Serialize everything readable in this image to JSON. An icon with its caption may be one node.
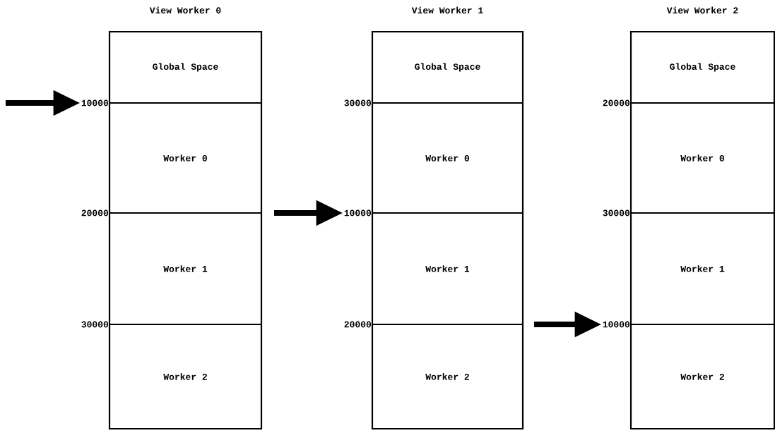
{
  "diagram": {
    "nodes": [
      {
        "text": [
          "View Worker 0"
        ]
      },
      {
        "text": [
          "Global Space"
        ],
        "in": 0
      },
      {
        "text": [
          "Worker 0"
        ],
        "in": 0
      },
      {
        "text": [
          "Worker 1"
        ],
        "in": 0
      },
      {
        "text": [
          "Worker 2"
        ],
        "in": 0
      },
      {
        "text": [
          "View Worker 1"
        ]
      },
      {
        "text": [
          "Global Space"
        ],
        "in": 5
      },
      {
        "text": [
          "Worker 0"
        ],
        "in": 5
      },
      {
        "text": [
          "Worker 1"
        ],
        "in": 5
      },
      {
        "text": [
          "Worker 2"
        ],
        "in": 5
      },
      {
        "text": [
          "View Worker 2"
        ]
      },
      {
        "text": [
          "Global Space"
        ],
        "in": 10
      },
      {
        "text": [
          "Worker 0"
        ],
        "in": 10
      },
      {
        "text": [
          "Worker 1"
        ],
        "in": 10
      },
      {
        "text": [
          "Worker 2"
        ],
        "in": 10
      },
      {
        "text": [
          "10000"
        ]
      },
      {
        "text": [
          "10000"
        ]
      },
      {
        "text": [
          "10000"
        ]
      }
    ],
    "edges": [
      {
        "from": null,
        "to": 15,
        "arrow": "to"
      },
      {
        "from": null,
        "to": 16,
        "arrow": "to"
      },
      {
        "from": null,
        "to": 17,
        "arrow": "to"
      }
    ],
    "labels": [
      "30000",
      "20000",
      "20000",
      "30000",
      "30000",
      "20000"
    ]
  }
}
